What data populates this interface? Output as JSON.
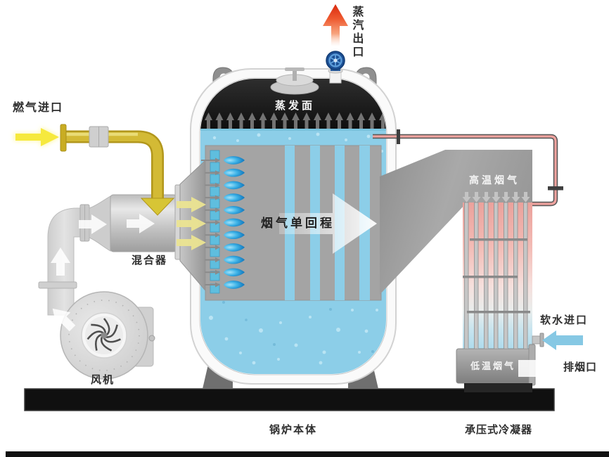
{
  "labels": {
    "gas_inlet": "燃气进口",
    "steam_outlet": "蒸汽出口",
    "evaporation_surface": "蒸发面",
    "mixer": "混合器",
    "fan": "风机",
    "flue_gas_single_pass": "烟气单回程",
    "high_temp_flue_gas": "高温烟气",
    "low_temp_flue_gas": "低温烟气",
    "soft_water_inlet": "软水进口",
    "smoke_outlet": "排烟口",
    "boiler_body": "锅炉本体",
    "pressure_condenser": "承压式冷凝器"
  },
  "icons": {
    "steam_arrow": "up-red-arrow",
    "gas_inlet_arrow": "right-yellow-arrow",
    "gas_pipe_arrow": "down-yellow-arrow",
    "mixed_gas_arrows": "right-pale-yellow-arrows",
    "airflow_arrows": "white-flow-arrows",
    "flue_gas_arrow": "big-white-right-arrow",
    "soft_water_arrow": "left-blue-arrow",
    "exhaust_arrow": "right-white-arrow",
    "evaporation_arrows": "small-gray-up-arrows"
  },
  "colors": {
    "steam_arrow": "#e8401f",
    "gas_arrow": "#f6e93e",
    "gas_pipe": "#cfb42a",
    "water": "#8ccee8",
    "flame": "#1787c8",
    "hot_tube_zone": "#eba19b",
    "cold_tube_zone": "#a9d9ec",
    "hot_water_pipe": "#efa29e",
    "valve_blue": "#1c4f94",
    "soft_water_arrow": "#86c8e4",
    "dome": "#1a1a1a",
    "metal_gray": "#a4a4a4"
  }
}
